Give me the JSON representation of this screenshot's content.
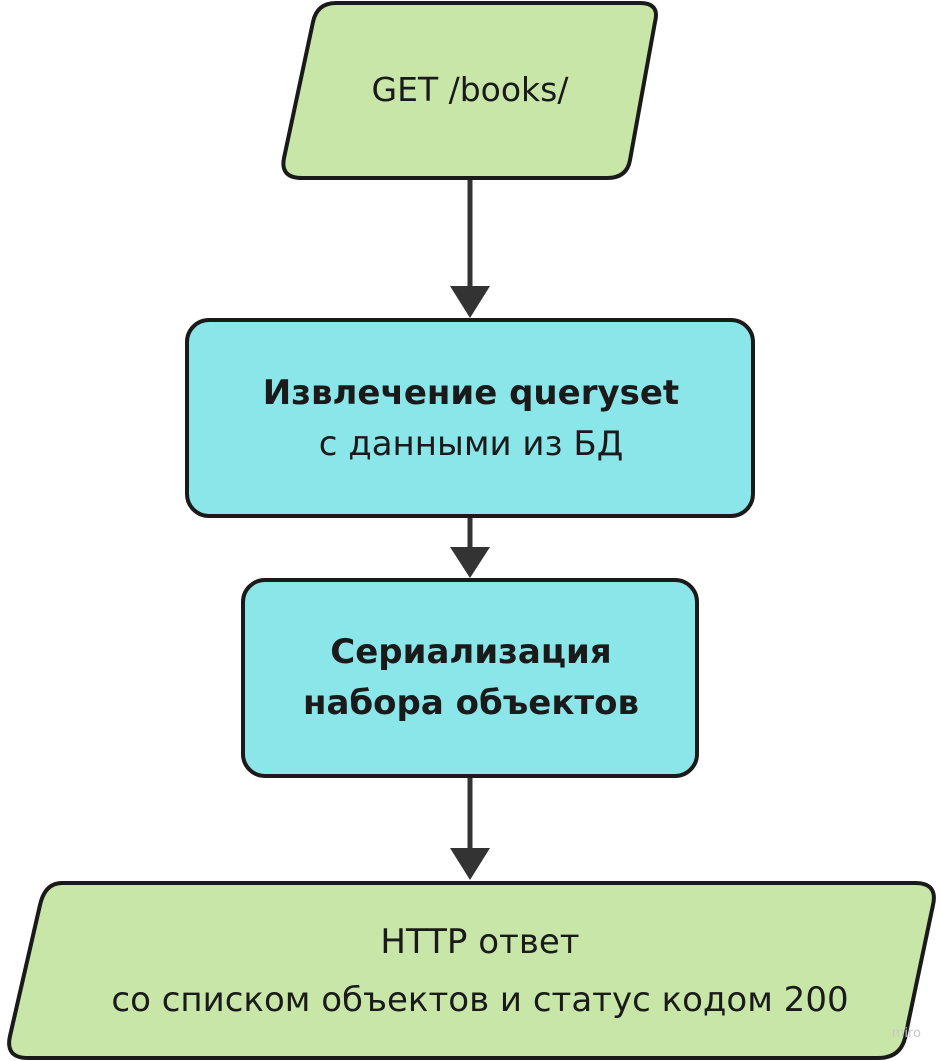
{
  "nodes": {
    "request": {
      "text": "GET /books/"
    },
    "fetch": {
      "title": "Извлечение queryset",
      "subtitle": "с данными из БД"
    },
    "serialize": {
      "line1": "Сериализация",
      "line2": "набора объектов"
    },
    "response": {
      "line1": "HTTP ответ",
      "line2": "со списком объектов и статус кодом 200"
    }
  },
  "watermark": "miro",
  "colors": {
    "io_fill": "#c8e6a8",
    "process_fill": "#8ae6e9",
    "stroke": "#1a1a1a",
    "arrow": "#333333"
  }
}
